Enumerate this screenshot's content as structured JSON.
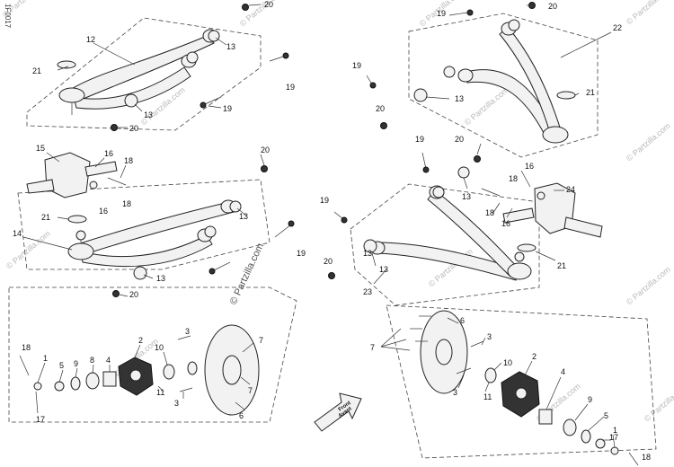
{
  "diagram": {
    "side_code": "1F0017",
    "watermark": "© Partzilla.com",
    "front_label": "Front",
    "front_label_fr": "Avant",
    "callouts": [
      {
        "id": "c20a",
        "text": "20"
      },
      {
        "id": "c12",
        "text": "12"
      },
      {
        "id": "c13a",
        "text": "13"
      },
      {
        "id": "c21a",
        "text": "21"
      },
      {
        "id": "c19a",
        "text": "19"
      },
      {
        "id": "c13b",
        "text": "13"
      },
      {
        "id": "c19b",
        "text": "19"
      },
      {
        "id": "c20b",
        "text": "20"
      },
      {
        "id": "c15",
        "text": "15"
      },
      {
        "id": "c16a",
        "text": "16"
      },
      {
        "id": "c18a",
        "text": "18"
      },
      {
        "id": "c16b",
        "text": "16"
      },
      {
        "id": "c18b",
        "text": "18"
      },
      {
        "id": "c20c",
        "text": "20"
      },
      {
        "id": "c13c",
        "text": "13"
      },
      {
        "id": "c21b",
        "text": "21"
      },
      {
        "id": "c14",
        "text": "14"
      },
      {
        "id": "c19c",
        "text": "19"
      },
      {
        "id": "c13d",
        "text": "13"
      },
      {
        "id": "c20d",
        "text": "20"
      },
      {
        "id": "c18c",
        "text": "18"
      },
      {
        "id": "c1a",
        "text": "1"
      },
      {
        "id": "c5a",
        "text": "5"
      },
      {
        "id": "c9a",
        "text": "9"
      },
      {
        "id": "c8a",
        "text": "8"
      },
      {
        "id": "c4a",
        "text": "4"
      },
      {
        "id": "c2a",
        "text": "2"
      },
      {
        "id": "c10a",
        "text": "10"
      },
      {
        "id": "c3a",
        "text": "3"
      },
      {
        "id": "c7a",
        "text": "7"
      },
      {
        "id": "c7b",
        "text": "7"
      },
      {
        "id": "c11a",
        "text": "11"
      },
      {
        "id": "c3b",
        "text": "3"
      },
      {
        "id": "c6a",
        "text": "6"
      },
      {
        "id": "c17a",
        "text": "17"
      },
      {
        "id": "c19d",
        "text": "19"
      },
      {
        "id": "c20e",
        "text": "20"
      },
      {
        "id": "c22",
        "text": "22"
      },
      {
        "id": "c19e",
        "text": "19"
      },
      {
        "id": "c13e",
        "text": "13"
      },
      {
        "id": "c21c",
        "text": "21"
      },
      {
        "id": "c20f",
        "text": "20"
      },
      {
        "id": "c19f",
        "text": "19"
      },
      {
        "id": "c20g",
        "text": "20"
      },
      {
        "id": "c13f",
        "text": "13"
      },
      {
        "id": "c16c",
        "text": "16"
      },
      {
        "id": "c18d",
        "text": "18"
      },
      {
        "id": "c24",
        "text": "24"
      },
      {
        "id": "c19g",
        "text": "19"
      },
      {
        "id": "c18e",
        "text": "18"
      },
      {
        "id": "c16d",
        "text": "16"
      },
      {
        "id": "c13g",
        "text": "13"
      },
      {
        "id": "c21d",
        "text": "21"
      },
      {
        "id": "c20h",
        "text": "20"
      },
      {
        "id": "c13h",
        "text": "13"
      },
      {
        "id": "c23",
        "text": "23"
      },
      {
        "id": "c6b",
        "text": "6"
      },
      {
        "id": "c3c",
        "text": "3"
      },
      {
        "id": "c7c",
        "text": "7"
      },
      {
        "id": "c10b",
        "text": "10"
      },
      {
        "id": "c2b",
        "text": "2"
      },
      {
        "id": "c3d",
        "text": "3"
      },
      {
        "id": "c11b",
        "text": "11"
      },
      {
        "id": "c4b",
        "text": "4"
      },
      {
        "id": "c9b",
        "text": "9"
      },
      {
        "id": "c5b",
        "text": "5"
      },
      {
        "id": "c17b",
        "text": "17"
      },
      {
        "id": "c1b",
        "text": "1"
      },
      {
        "id": "c18f",
        "text": "18"
      }
    ]
  }
}
